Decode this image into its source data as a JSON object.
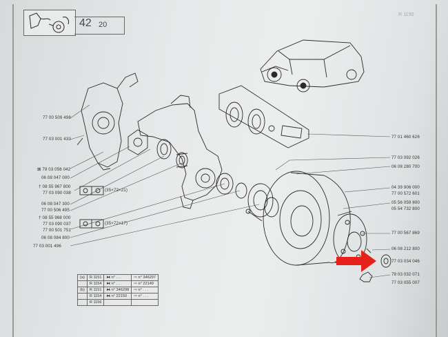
{
  "header": {
    "page_code": "42",
    "page_sub": "20",
    "corner_ref": "R 1150"
  },
  "left_labels": [
    {
      "id": "l1",
      "text": "77 00 509 498"
    },
    {
      "id": "l2",
      "text": "77 03 001 433"
    },
    {
      "id": "l3",
      "text": "79 03 056 042"
    },
    {
      "id": "l4",
      "text": "06 08 047 000"
    },
    {
      "id": "l5",
      "text": "08 55 967 800"
    },
    {
      "id": "l6",
      "text": "77 03 090 038"
    },
    {
      "id": "l7",
      "text": "06 08 047 300"
    },
    {
      "id": "l8",
      "text": "77 00 506 495"
    },
    {
      "id": "l9",
      "text": "08 55 968 000"
    },
    {
      "id": "l10",
      "text": "77 03 090 037"
    },
    {
      "id": "l11",
      "text": "77 00 501 751"
    },
    {
      "id": "l12",
      "text": "06 08 084 800"
    },
    {
      "id": "l13",
      "text": "77 03 001 496"
    }
  ],
  "right_labels": [
    {
      "id": "r1",
      "text": "77 01 460 626"
    },
    {
      "id": "r2",
      "text": "77 03 092 026"
    },
    {
      "id": "r3",
      "text": "06 08 280 700"
    },
    {
      "id": "r4",
      "text": "04 39 906 000"
    },
    {
      "id": "r5",
      "text": "77 00 572 601"
    },
    {
      "id": "r6",
      "text": "05 56 059 800"
    },
    {
      "id": "r7",
      "text": "05 54 732 800"
    },
    {
      "id": "r8",
      "text": "77 00 567 869"
    },
    {
      "id": "r9",
      "text": "06 08 212 800"
    },
    {
      "id": "r10",
      "text": "77 03 034 046"
    },
    {
      "id": "r11",
      "text": "79 03 032 071"
    },
    {
      "id": "r12",
      "text": "77 03 055 007"
    }
  ],
  "dims": {
    "top": "(35×72×21)",
    "bottom": "(35×72×17)"
  },
  "table": {
    "rows": [
      {
        "variant": "(a)",
        "model": "R 1151",
        "from": "n° . . .",
        "to": "n° 346297"
      },
      {
        "variant": "",
        "model": "R 1154",
        "from": "n° . . .",
        "to": "n° 22149"
      },
      {
        "variant": "(b)",
        "model": "R 1151",
        "from": "n° 346298",
        "to": "n° . . ."
      },
      {
        "variant": "",
        "model": "R 1154",
        "from": "n° 22150",
        "to": "n° . . ."
      },
      {
        "variant": "",
        "model": "R 1156",
        "from": "",
        "to": ""
      }
    ]
  },
  "colors": {
    "paper": "#e6e8e9",
    "ink": "#2a2a2a",
    "arrow": "#e8201c"
  }
}
